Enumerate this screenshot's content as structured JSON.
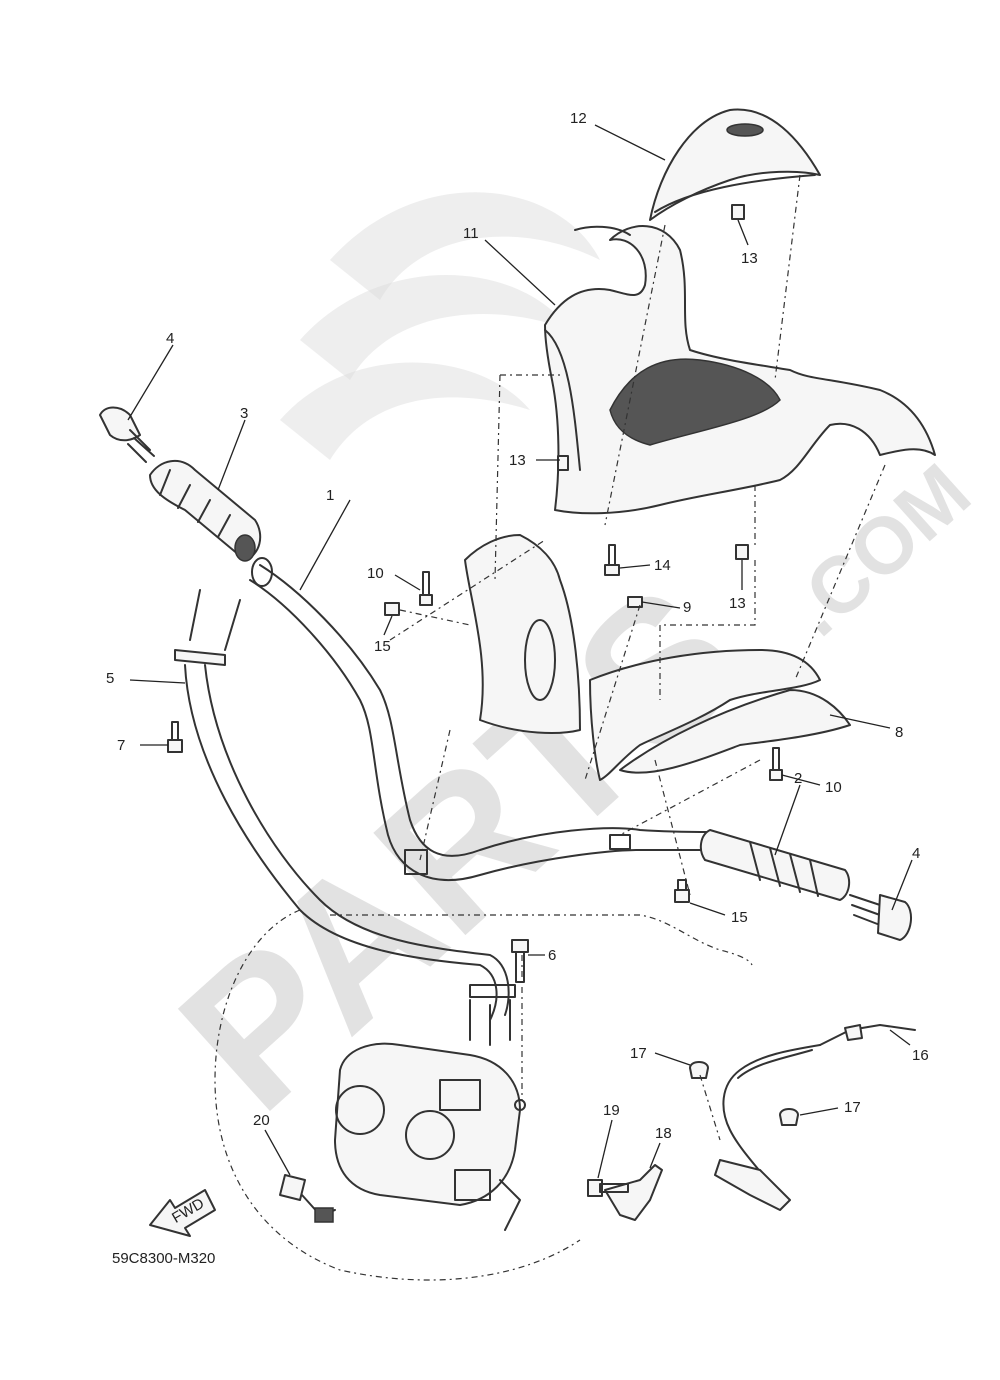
{
  "diagram": {
    "code": "59C8300-M320",
    "fwd_label": "FWD",
    "watermark": {
      "text_main": "PARTS",
      "text_domain": ".COM"
    },
    "callouts": [
      {
        "id": "c1",
        "label": "1"
      },
      {
        "id": "c2",
        "label": "2"
      },
      {
        "id": "c3",
        "label": "3"
      },
      {
        "id": "c4a",
        "label": "4"
      },
      {
        "id": "c4b",
        "label": "4"
      },
      {
        "id": "c5",
        "label": "5"
      },
      {
        "id": "c6",
        "label": "6"
      },
      {
        "id": "c7",
        "label": "7"
      },
      {
        "id": "c8",
        "label": "8"
      },
      {
        "id": "c9",
        "label": "9"
      },
      {
        "id": "c10a",
        "label": "10"
      },
      {
        "id": "c10b",
        "label": "10"
      },
      {
        "id": "c11",
        "label": "11"
      },
      {
        "id": "c12",
        "label": "12"
      },
      {
        "id": "c13a",
        "label": "13"
      },
      {
        "id": "c13b",
        "label": "13"
      },
      {
        "id": "c13c",
        "label": "13"
      },
      {
        "id": "c14",
        "label": "14"
      },
      {
        "id": "c15a",
        "label": "15"
      },
      {
        "id": "c15b",
        "label": "15"
      },
      {
        "id": "c16",
        "label": "16"
      },
      {
        "id": "c17a",
        "label": "17"
      },
      {
        "id": "c17b",
        "label": "17"
      },
      {
        "id": "c18",
        "label": "18"
      },
      {
        "id": "c19",
        "label": "19"
      },
      {
        "id": "c20",
        "label": "20"
      }
    ]
  }
}
